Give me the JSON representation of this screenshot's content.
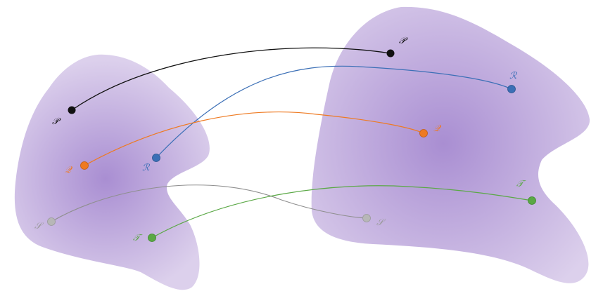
{
  "points": {
    "p_left": {
      "label": "𝒫",
      "color": "#111111"
    },
    "q_left": {
      "label": "𝒬",
      "color": "#ee7a22"
    },
    "r_left": {
      "label": "ℛ",
      "color": "#3b6fb6"
    },
    "s_left": {
      "label": "𝒮",
      "color": "#a8a8a8"
    },
    "t_left": {
      "label": "𝒯",
      "color": "#5aa845"
    },
    "p_right": {
      "label": "𝒫",
      "color": "#111111"
    },
    "r_right": {
      "label": "ℛ",
      "color": "#3b6fb6"
    },
    "q_right": {
      "label": "𝒬",
      "color": "#ee7a22"
    },
    "t_right": {
      "label": "𝒯",
      "color": "#5aa845"
    },
    "s_right": {
      "label": "𝒮",
      "color": "#a8a8a8"
    }
  },
  "colors": {
    "blob_center": "#a98ed2",
    "blob_edge": "#d8cbe9"
  }
}
